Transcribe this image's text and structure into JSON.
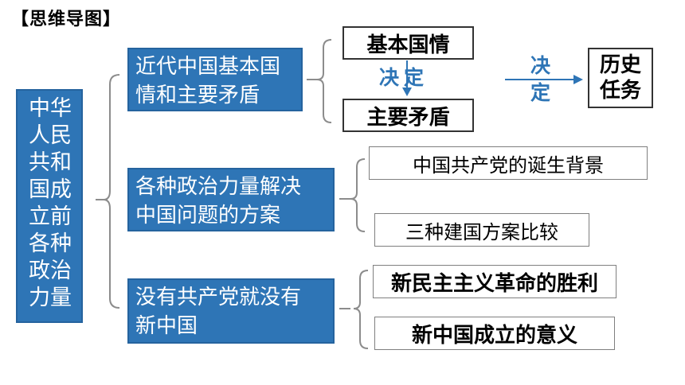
{
  "title": "【思维导图】",
  "root": "中华\n人民\n共和\n国成\n立前\n各种\n政治\n力量",
  "branches": [
    "近代中国基本国\n情和主要矛盾",
    "各种政治力量解决\n中国问题的方案",
    "没有共产党就没有\n新中国"
  ],
  "leaves": {
    "basic_conditions": "基本国情",
    "main_contradiction": "主要矛盾",
    "decide_small": "决定",
    "decide_big": "决\n定",
    "historic_task": "历史\n任务",
    "cpc_birth": "中国共产党的诞生背景",
    "three_plans": "三种建国方案比较",
    "revolution_victory": "新民主主义革命的胜利",
    "prc_significance": "新中国成立的意义"
  },
  "colors": {
    "box_blue": "#2e75b6",
    "line_blue": "#2e75b6",
    "bracket_gray": "#8c8c8c"
  }
}
